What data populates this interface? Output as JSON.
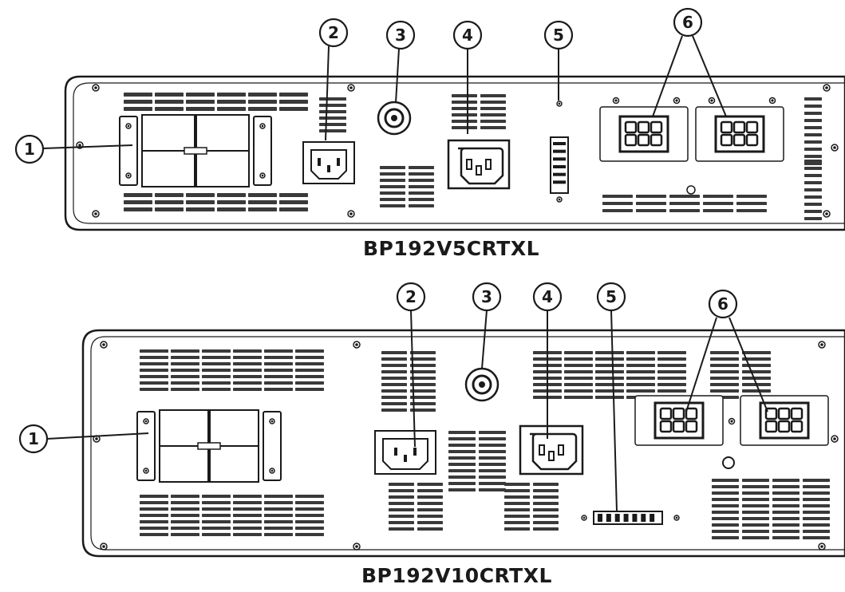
{
  "models": [
    {
      "name": "BP192V5CRTXL",
      "callouts": [
        "1",
        "2",
        "3",
        "4",
        "5",
        "6"
      ]
    },
    {
      "name": "BP192V10CRTXL",
      "callouts": [
        "1",
        "2",
        "3",
        "4",
        "5",
        "6"
      ]
    }
  ],
  "colors": {
    "line": "#1a1a1a",
    "panel_fill": "#ffffff",
    "vent": "#3a3a3a",
    "background": "#ffffff"
  },
  "icons": [
    "breaker-icon",
    "ac-inlet-icon",
    "ac-outlet-icon",
    "fan-icon",
    "connector-icon",
    "battery-port-icon"
  ]
}
